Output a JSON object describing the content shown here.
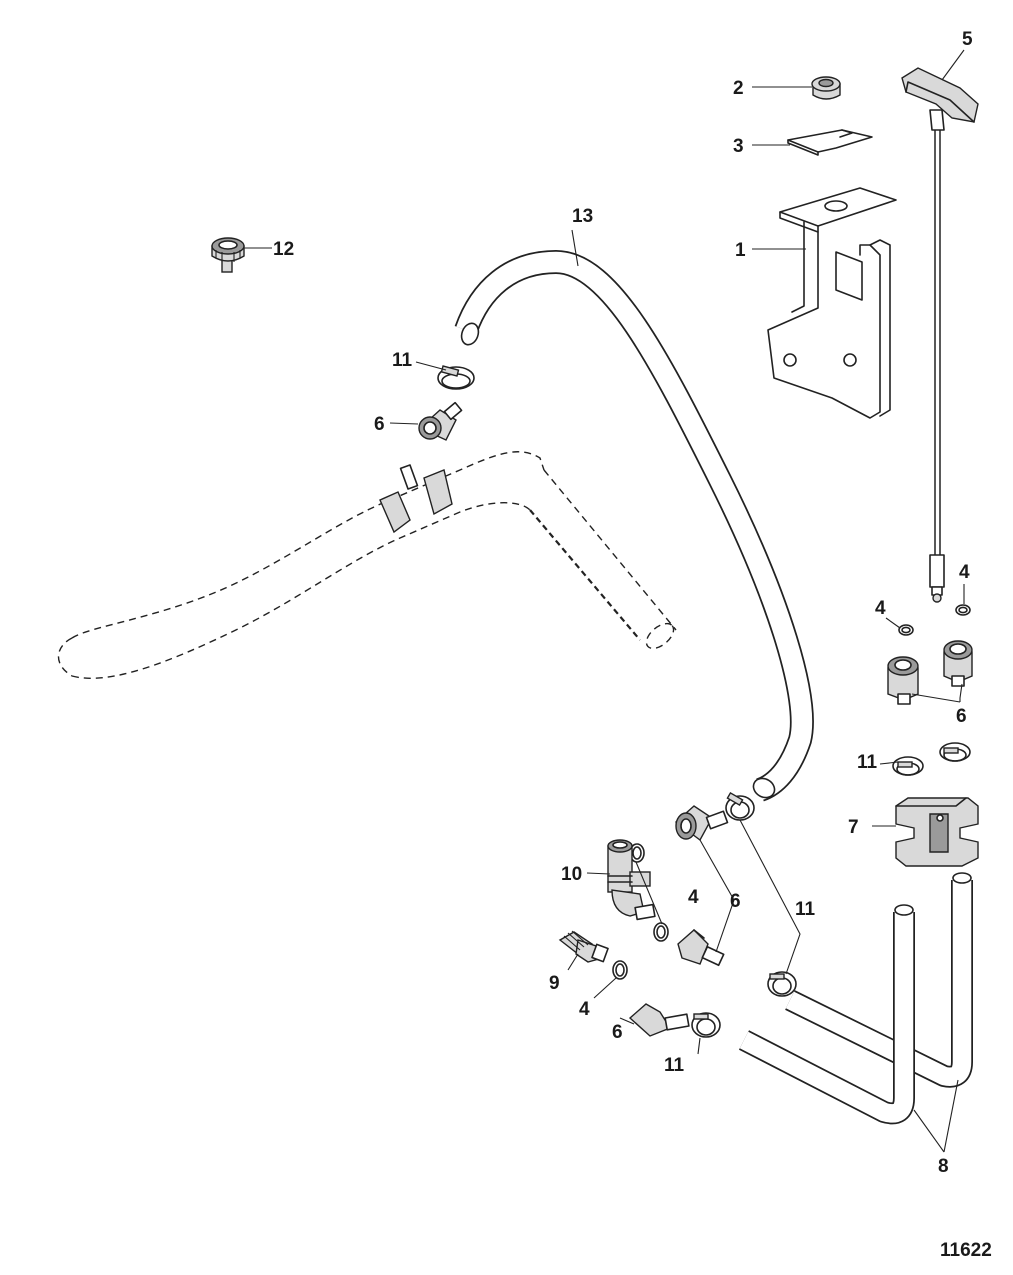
{
  "diagram": {
    "figure_number": "11622",
    "callouts": {
      "c1": "1",
      "c2": "2",
      "c3": "3",
      "c4a": "4",
      "c4b": "4",
      "c4c": "4",
      "c4d": "4",
      "c5": "5",
      "c6a": "6",
      "c6b": "6",
      "c6c": "6",
      "c6d": "6",
      "c7": "7",
      "c8": "8",
      "c9": "9",
      "c10": "10",
      "c11a": "11",
      "c11b": "11",
      "c11c": "11",
      "c11d": "11",
      "c12": "12",
      "c13": "13"
    }
  }
}
